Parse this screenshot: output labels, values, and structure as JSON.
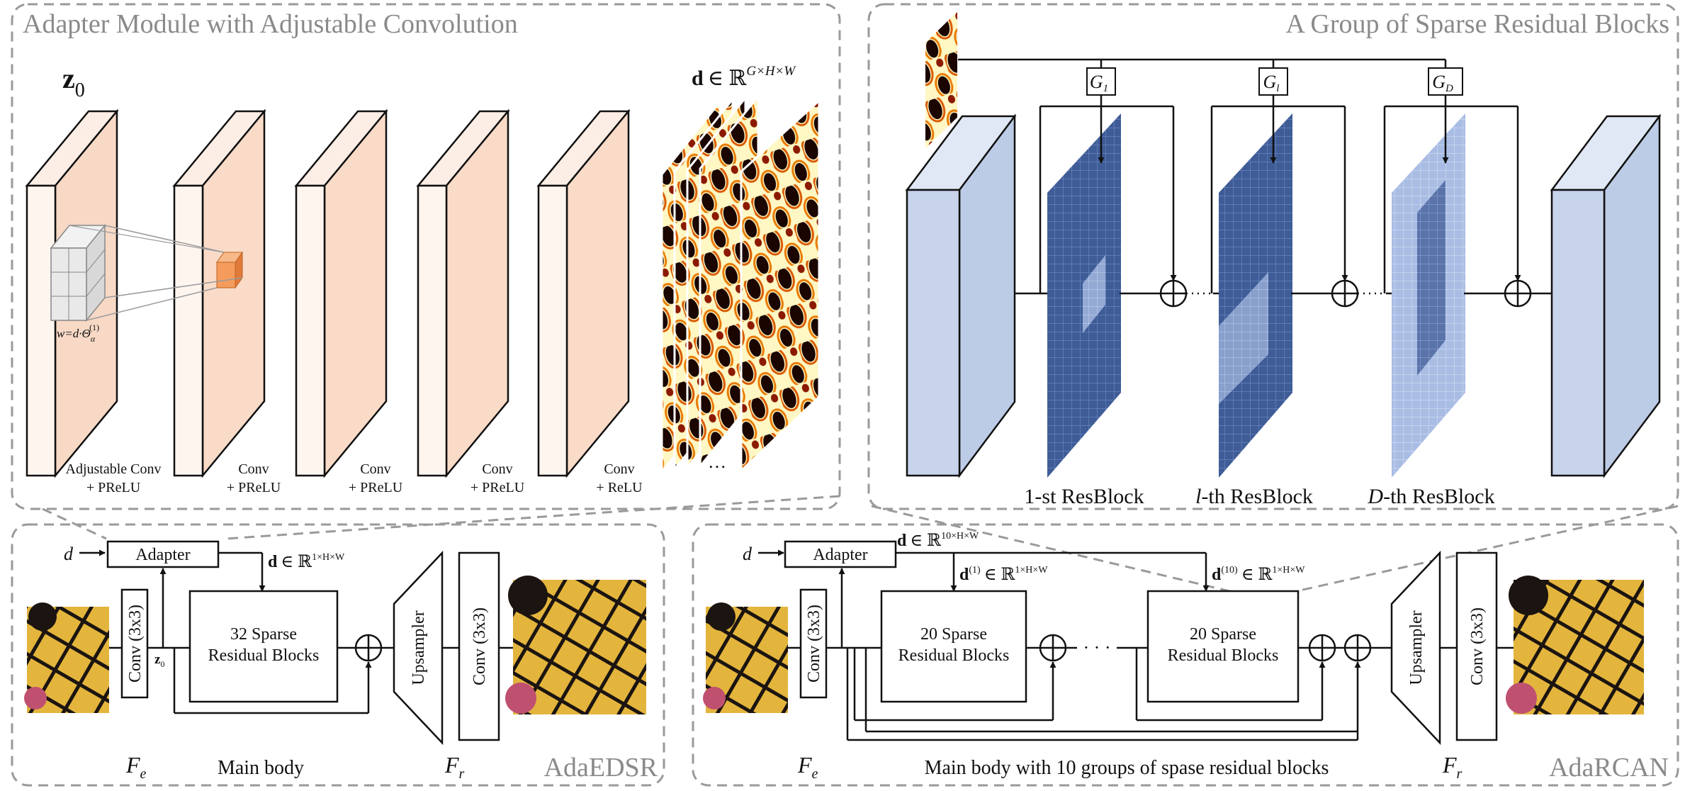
{
  "panels": {
    "adapter_module_title": "Adapter Module with Adjustable Convolution",
    "sparse_group_title": "A Group of Sparse Residual Blocks",
    "adaedsr_title": "AdaEDSR",
    "adarcan_title": "AdaRCAN"
  },
  "adapter_module": {
    "input_label": "z",
    "input_sub": "0",
    "output_label_bold": "d",
    "output_label_rest": "∈ ℝ",
    "output_label_sup": "G×H×W",
    "weight_label": "w=d·Θ",
    "weight_sub": "α",
    "weight_sup": "(1)",
    "layers": [
      {
        "line1": "Adjustable Conv",
        "line2": "+ PReLU"
      },
      {
        "line1": "Conv",
        "line2": "+ PReLU"
      },
      {
        "line1": "Conv",
        "line2": "+ PReLU"
      },
      {
        "line1": "Conv",
        "line2": "+ PReLU"
      },
      {
        "line1": "Conv",
        "line2": "+ ReLU"
      }
    ],
    "ellipsis": "…"
  },
  "sparse_group": {
    "gates": [
      {
        "base": "G",
        "sub": "1"
      },
      {
        "base": "G",
        "sub": "l"
      },
      {
        "base": "G",
        "sub": "D"
      }
    ],
    "blocks": [
      {
        "prefix": "1",
        "rest": "-st ResBlock"
      },
      {
        "prefix": "l",
        "rest": "-th ResBlock"
      },
      {
        "prefix": "D",
        "rest": "-th ResBlock"
      }
    ],
    "dots": "······"
  },
  "adaedsr": {
    "d_input": "d",
    "adapter": "Adapter",
    "d_label_bold": "d",
    "d_label_rest": "∈ ℝ",
    "d_label_sup": "1×H×W",
    "conv_in": "Conv (3x3)",
    "z0": "z",
    "z0_sub": "0",
    "body_line1": "32 Sparse",
    "body_line2": "Residual Blocks",
    "upsampler": "Upsampler",
    "conv_out": "Conv (3x3)",
    "fe_base": "F",
    "fe_sub": "e",
    "main_body": "Main body",
    "fr_base": "F",
    "fr_sub": "r"
  },
  "adarcan": {
    "d_input": "d",
    "adapter": "Adapter",
    "d_label_bold": "d",
    "d_label_rest": "∈ ℝ",
    "d_label_sup": "10×H×W",
    "d1_bold": "d",
    "d1_sup": "(1)",
    "d1_rest": "∈ ℝ",
    "d1_sup2": "1×H×W",
    "d10_bold": "d",
    "d10_sup": "(10)",
    "d10_rest": "∈ ℝ",
    "d10_sup2": "1×H×W",
    "conv_in": "Conv (3x3)",
    "group1_line1": "20 Sparse",
    "group1_line2": "Residual Blocks",
    "ellipsis": "· · ·",
    "group10_line1": "20 Sparse",
    "group10_line2": "Residual Blocks",
    "upsampler": "Upsampler",
    "conv_out": "Conv (3x3)",
    "fe_base": "F",
    "fe_sub": "e",
    "main_body": "Main body with 10 groups of spase residual blocks",
    "fr_base": "F",
    "fr_sub": "r"
  },
  "colors": {
    "peach_front": "#f9dbc8",
    "peach_light": "#fdeee5",
    "blue_front": "#bccbe6",
    "blue_dark": "#3c5a94",
    "blue_light": "#9fb6e0",
    "panel_border": "#9a9a9a"
  }
}
